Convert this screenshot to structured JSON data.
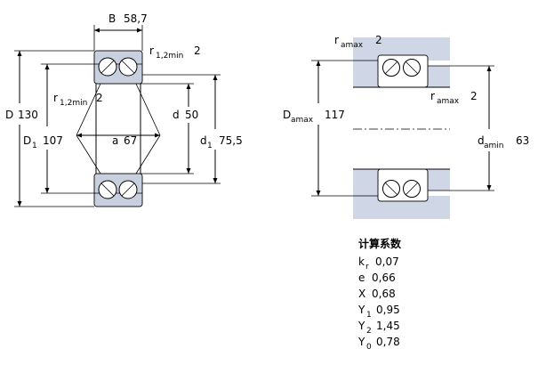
{
  "bearing": {
    "B": {
      "sym": "B",
      "val": "58,7"
    },
    "r12min_top": {
      "sym": "r",
      "sub": "1,2min",
      "val": "2"
    },
    "r12min_left": {
      "sym": "r",
      "sub": "1,2min",
      "val": "2"
    },
    "D": {
      "sym": "D",
      "val": "130"
    },
    "D1": {
      "sym": "D",
      "sub": "1",
      "val": "107"
    },
    "a": {
      "sym": "a",
      "val": "67"
    },
    "d": {
      "sym": "d",
      "val": "50"
    },
    "d1": {
      "sym": "d",
      "sub": "1",
      "val": "75,5"
    }
  },
  "abutment": {
    "ramax_top": {
      "sym": "r",
      "sub": "amax",
      "val": "2"
    },
    "ramax_right": {
      "sym": "r",
      "sub": "amax",
      "val": "2"
    },
    "Damax": {
      "sym": "D",
      "sub": "amax",
      "val": "117"
    },
    "damin": {
      "sym": "d",
      "sub": "amin",
      "val": "63"
    }
  },
  "factors": {
    "title": "计算系数",
    "kr": {
      "sym": "k",
      "sub": "r",
      "val": "0,07"
    },
    "e": {
      "sym": "e",
      "val": "0,66"
    },
    "X": {
      "sym": "X",
      "val": "0,68"
    },
    "Y1": {
      "sym": "Y",
      "sub": "1",
      "val": "0,95"
    },
    "Y2": {
      "sym": "Y",
      "sub": "2",
      "val": "1,45"
    },
    "Y0": {
      "sym": "Y",
      "sub": "0",
      "val": "0,78"
    }
  }
}
